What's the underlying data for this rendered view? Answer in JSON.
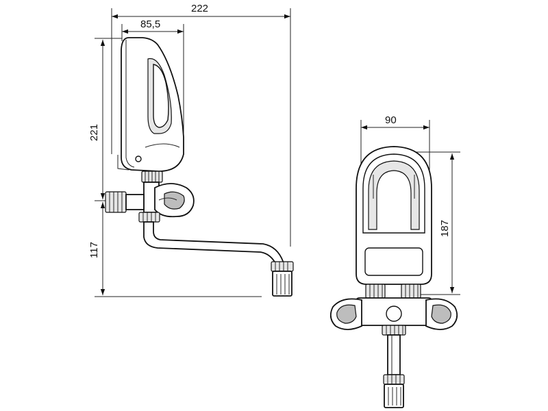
{
  "diagram": {
    "side_view": {
      "dimensions": {
        "total_width": "222",
        "body_depth": "85,5",
        "body_height": "221",
        "outlet_height": "117"
      }
    },
    "front_view": {
      "dimensions": {
        "body_width": "90",
        "body_height": "187"
      }
    },
    "colors": {
      "line": "#111111",
      "fill_light": "#e6e6e6",
      "fill_mid": "#bdbdbd",
      "background": "#ffffff"
    }
  }
}
